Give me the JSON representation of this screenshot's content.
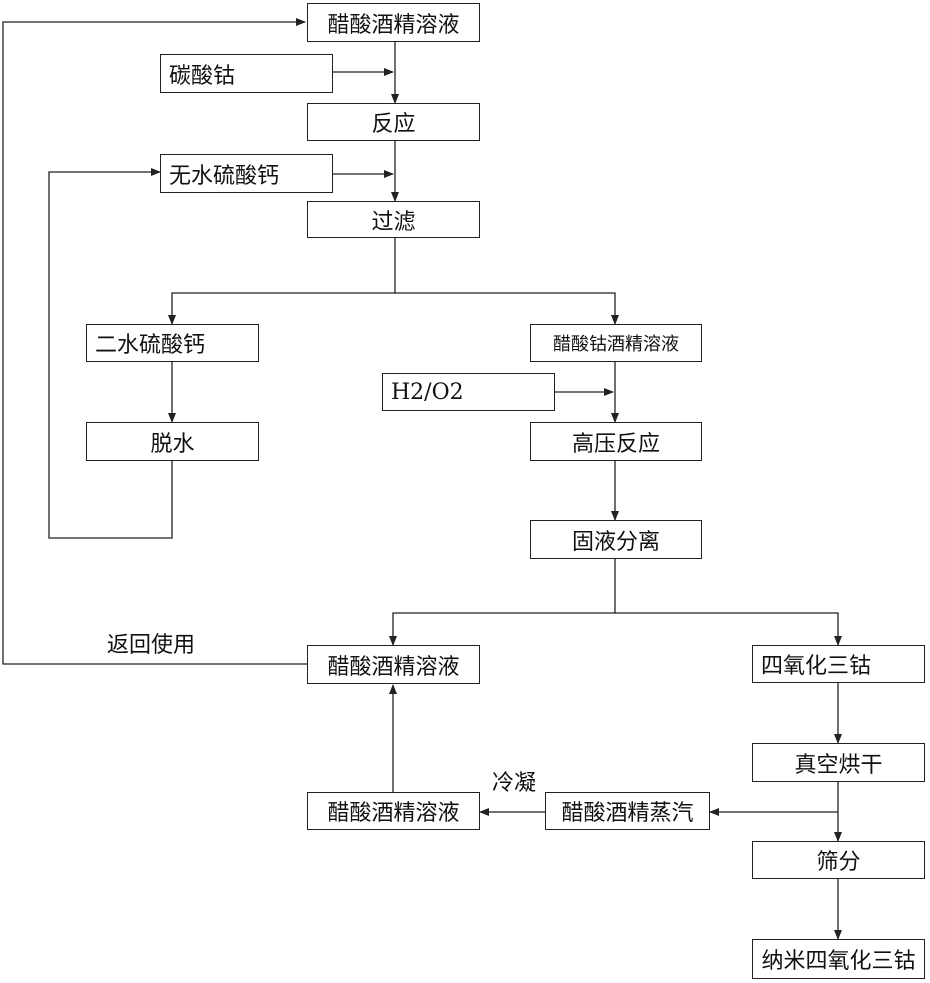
{
  "nodes": {
    "top_solution": "醋酸酒精溶液",
    "cobalt_carbonate": "碳酸钴",
    "reaction": "反应",
    "anhydrous_caso4": "无水硫酸钙",
    "filtration": "过滤",
    "dihydrate_caso4": "二水硫酸钙",
    "dehydration": "脱水",
    "cobalt_acetate_solution": "醋酸钴酒精溶液",
    "h2o2": "H2/O2",
    "high_pressure_reaction": "高压反应",
    "solid_liquid_separation": "固液分离",
    "recycled_solution": "醋酸酒精溶液",
    "co3o4": "四氧化三钴",
    "vacuum_drying": "真空烘干",
    "condensed_solution": "醋酸酒精溶液",
    "vapor": "醋酸酒精蒸汽",
    "sieving": "筛分",
    "nano_co3o4": "纳米四氧化三钴"
  },
  "labels": {
    "return_use": "返回使用",
    "condense": "冷凝"
  }
}
